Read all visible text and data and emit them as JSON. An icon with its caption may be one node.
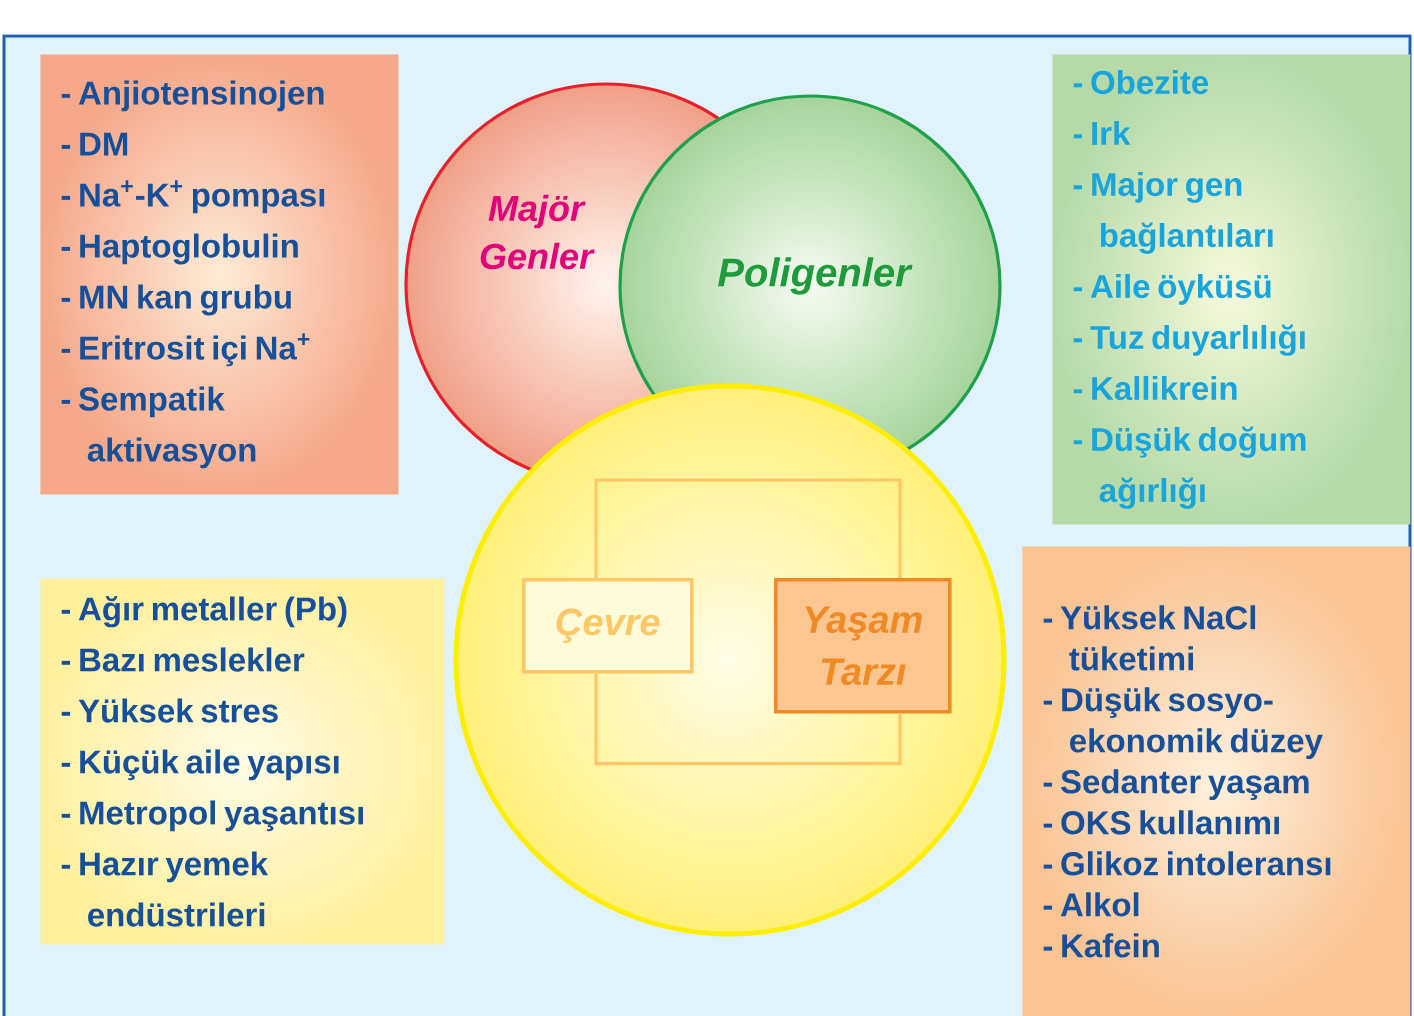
{
  "diagram": {
    "nodes": [
      {
        "text": [
          "Majör Genler"
        ]
      },
      {
        "text": [
          "Poligenler"
        ]
      },
      {
        "text": [],
        "shape": "circle"
      },
      {
        "text": [
          "Çevre"
        ],
        "in": 2
      },
      {
        "text": [
          "Yaşam Tarzı"
        ],
        "in": 2
      },
      {
        "text": [
          "- Anjiotensinojen",
          "- DM",
          "- Na$^{+}$-K$^{+}$ pompası",
          "- Haptoglobulin",
          "- MN kan grubu",
          "- Eritrosit içi Na$^{+}$",
          "- Sempatik aktivasyon"
        ]
      },
      {
        "text": [
          "- Obezite",
          "- Irk",
          "- Major gen bağlantıları",
          "- Aile öyküsü",
          "- Tuz duyarlılığı",
          "- Kallikrein",
          "- Düşük doğum ağırlığı"
        ]
      },
      {
        "text": [
          "- Ağır metaller (Pb)",
          "- Bazı meslekler",
          "- Yüksek stres",
          "- Küçük aile yapısı",
          "- Metropol yaşantısı",
          "- Hazır yemek endüstrileri"
        ]
      },
      {
        "text": [
          "- Yüksek NaCl tüketimi",
          "- Düşük sosyo- ekonomik düzey",
          "- Sedanter yaşam",
          "- OKS kullanımı",
          "- Glikoz intoleransı",
          "- Alkol",
          "- Kafein"
        ]
      }
    ],
    "edges": [
      {
        "from": 3,
        "to": 4,
        "arrow": "none"
      },
      {
        "from": 3,
        "to": 4,
        "arrow": "none"
      }
    ]
  }
}
